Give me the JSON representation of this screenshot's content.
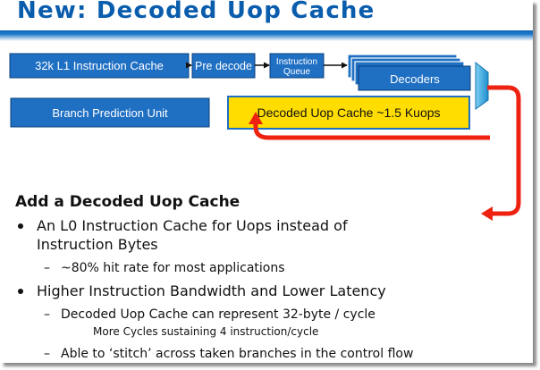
{
  "title": "New: Decoded Uop Cache",
  "diagram": {
    "l1_cache": "32k L1 Instruction Cache",
    "predecode": "Pre decode",
    "instr_queue_line1": "Instruction",
    "instr_queue_line2": "Queue",
    "decoders": "Decoders",
    "branch_unit": "Branch Prediction Unit",
    "uop_cache": "Decoded Uop Cache ~1.5 Kuops"
  },
  "body": {
    "heading": "Add a Decoded Uop Cache",
    "bullets": [
      {
        "line1": "An L0 Instruction Cache for Uops instead of",
        "line2": "Instruction Bytes",
        "sub": [
          "~80% hit rate for most applications"
        ]
      },
      {
        "line1": "Higher Instruction Bandwidth and Lower Latency",
        "sub": [
          "Decoded Uop Cache can represent 32-byte / cycle",
          "Able to ‘stitch’ across taken branches in the control flow"
        ],
        "subsub": "More Cycles sustaining 4 instruction/cycle"
      }
    ]
  },
  "colors": {
    "title": "#0a5dac",
    "box_blue": "#1f6fc3",
    "uop_cache_fill": "#ffdd00",
    "arrow_red": "#ee2211",
    "mux_cyan": "#3fb0e4"
  }
}
